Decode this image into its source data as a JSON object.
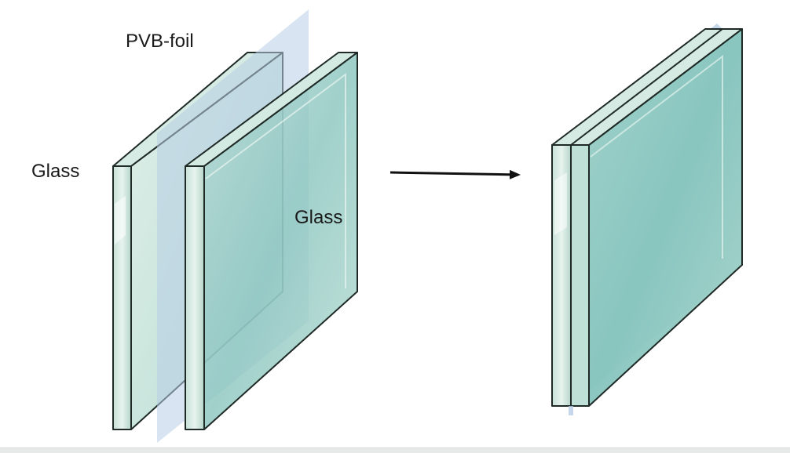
{
  "labels": {
    "pvb_foil": "PVB-foil",
    "glass_left": "Glass",
    "glass_right": "Glass"
  },
  "colors": {
    "glass_face": "#cfe5dc",
    "glass_face_deep": "#8fc7c1",
    "glass_edge": "#b9d7cc",
    "foil": "#b8cde6",
    "outline": "#1f2a26",
    "arrow": "#111111"
  }
}
